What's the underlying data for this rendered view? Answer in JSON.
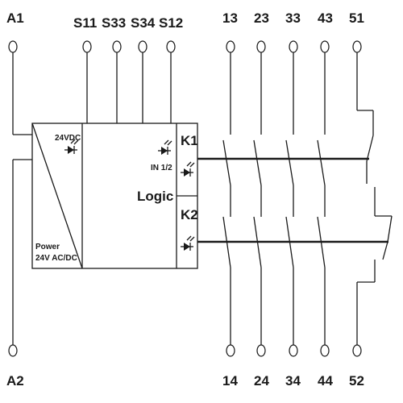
{
  "diagram": {
    "power_terminals": {
      "top": "A1",
      "bottom": "A2"
    },
    "input_terminals": [
      "S11",
      "S33",
      "S34",
      "S12"
    ],
    "contacts_top": [
      "13",
      "23",
      "33",
      "43",
      "51"
    ],
    "contacts_bottom": [
      "14",
      "24",
      "34",
      "44",
      "52"
    ],
    "module": {
      "supply_label": "24VDC",
      "power_label_line1": "Power",
      "power_label_line2": "24V AC/DC",
      "input_label": "IN 1/2",
      "logic_label": "Logic",
      "relay_1": "K1",
      "relay_2": "K2"
    },
    "line_color": "#1a1a1a"
  }
}
